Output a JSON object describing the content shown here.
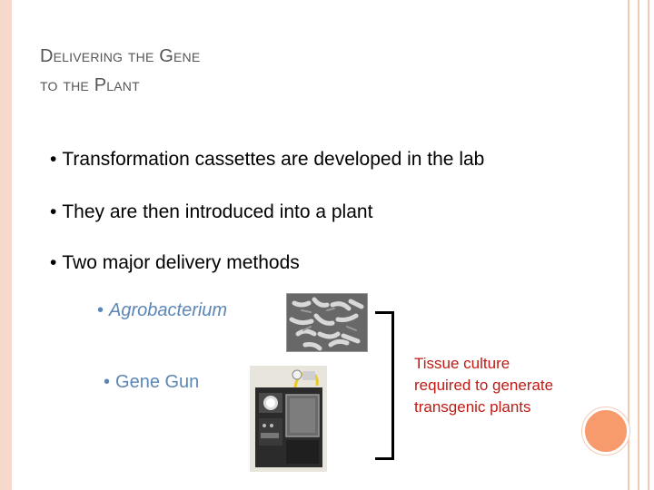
{
  "slide": {
    "title_line1": "Delivering the Gene",
    "title_line2": "to the Plant",
    "bullets": [
      "Transformation cassettes are developed in the lab",
      "They are then introduced into a plant",
      "Two major delivery methods"
    ],
    "bullet_glyph": "•",
    "methods": [
      {
        "label": "Agrobacterium",
        "image_icon": "bacteria-micrograph-icon"
      },
      {
        "label": "Gene Gun",
        "image_icon": "gene-gun-device-icon"
      }
    ],
    "note_lines": [
      "Tissue culture",
      "required to generate",
      "transgenic plants"
    ]
  },
  "colors": {
    "title": "#555555",
    "bullet_text": "#000000",
    "method_text": "#5b86b5",
    "note_text": "#c01a14",
    "frame": "#f7d9cc",
    "accent_dot": "#f79a6c"
  }
}
